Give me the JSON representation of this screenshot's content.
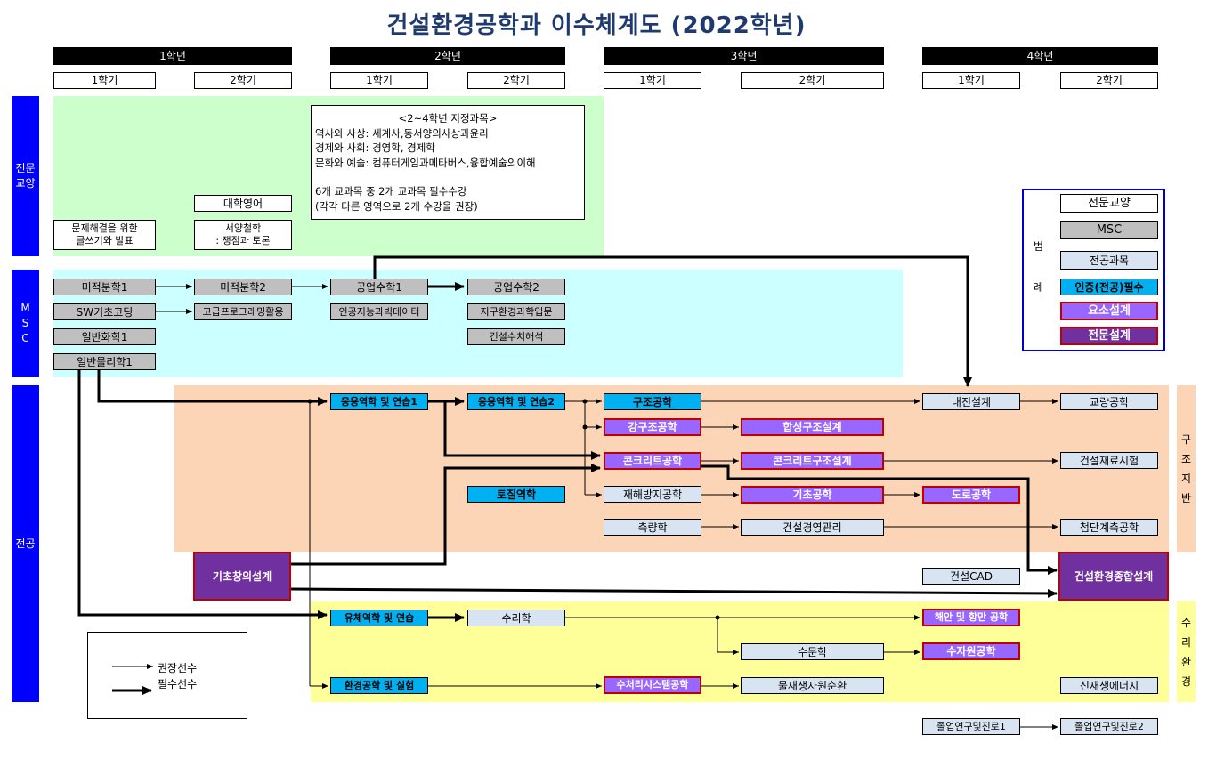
{
  "title": "건설환경공학과 이수체계도 (2022학년)",
  "years": [
    "1학년",
    "2학년",
    "3학년",
    "4학년"
  ],
  "semesters": [
    "1학기",
    "2학기",
    "1학기",
    "2학기",
    "1학기",
    "2학기",
    "1학기",
    "2학기"
  ],
  "sections": {
    "gen": "전문\n교양",
    "msc": "M\nS\nC",
    "major": "전공",
    "track_struct": "구\n조\n지\n반",
    "track_water": "수\n리\n환\n경"
  },
  "note": {
    "lines": [
      "<2~4학년 지정과목>",
      "역사와 사상: 세계사,동서양의사상과윤리",
      "경제와 사회: 경영학, 경제학",
      "문화와 예술: 컴퓨터게임과메타버스,융합예술의이해",
      "",
      "6개 교과목 중 2개 교과목 필수수강",
      "(각각 다른 영역으로 2개 수강을 권장)"
    ]
  },
  "courses": {
    "gen_writing": "문제해결을 위한\n글쓰기와 발표",
    "gen_english": "대학영어",
    "gen_philosophy": "서양철학\n: 쟁점과 토론",
    "calc1": "미적분학1",
    "calc2": "미적분학2",
    "engmath1": "공업수학1",
    "engmath2": "공업수학2",
    "sw": "SW기초코딩",
    "advprog": "고급프로그래밍활용",
    "aidata": "인공지능과빅데이터",
    "earthenv": "지구환경과학입문",
    "chem": "일반화학1",
    "numanal": "건설수치해석",
    "phys": "일반물리학1",
    "mech1": "응용역학 및 연습1",
    "mech2": "응용역학 및 연습2",
    "struct": "구조공학",
    "steel": "강구조공학",
    "composite": "합성구조설계",
    "concrete": "콘크리트공학",
    "concdesign": "콘크리트구조설계",
    "soil": "토질역학",
    "disaster": "재해방지공학",
    "foundation": "기초공학",
    "road": "도로공학",
    "survey": "측량학",
    "mgmt": "건설경영관리",
    "seismic": "내진설계",
    "bridge": "교량공학",
    "material": "건설재료시험",
    "advsurvey": "첨단계측공학",
    "cad": "건설CAD",
    "capstone": "건설환경종합설계",
    "creative": "기초창의설계",
    "fluid": "유체역학 및 연습",
    "hydraulics": "수리학",
    "coastal": "해안 및 항만 공학",
    "hydrology": "수문학",
    "waterres": "수자원공학",
    "envlab": "환경공학 및 실험",
    "watertreat": "수처리시스템공학",
    "waste": "물재생자원순환",
    "renew": "신재생에너지",
    "grad1": "졸업연구및진로1",
    "grad2": "졸업연구및진로2"
  },
  "legend": {
    "title_top": "범",
    "title_bottom": "례",
    "gen": "전문교양",
    "msc": "MSC",
    "major": "전공과목",
    "cert": "인증(전공)필수",
    "elem": "요소설계",
    "pro": "전문설계"
  },
  "arrow_legend": {
    "recommended": "권장선수",
    "required": "필수선수"
  },
  "colors": {
    "title": "#1f3a6e",
    "section_bar": "#0000ff",
    "gen_zone": "#ccffcc",
    "msc_zone": "#ccffff",
    "struct_zone": "#fbd5b5",
    "water_zone": "#ffff99",
    "cert": "#00b0f0",
    "elem": "#9966ff",
    "pro": "#7030a0",
    "msc_box": "#bfbfbf",
    "major_box": "#d9e4f2"
  }
}
